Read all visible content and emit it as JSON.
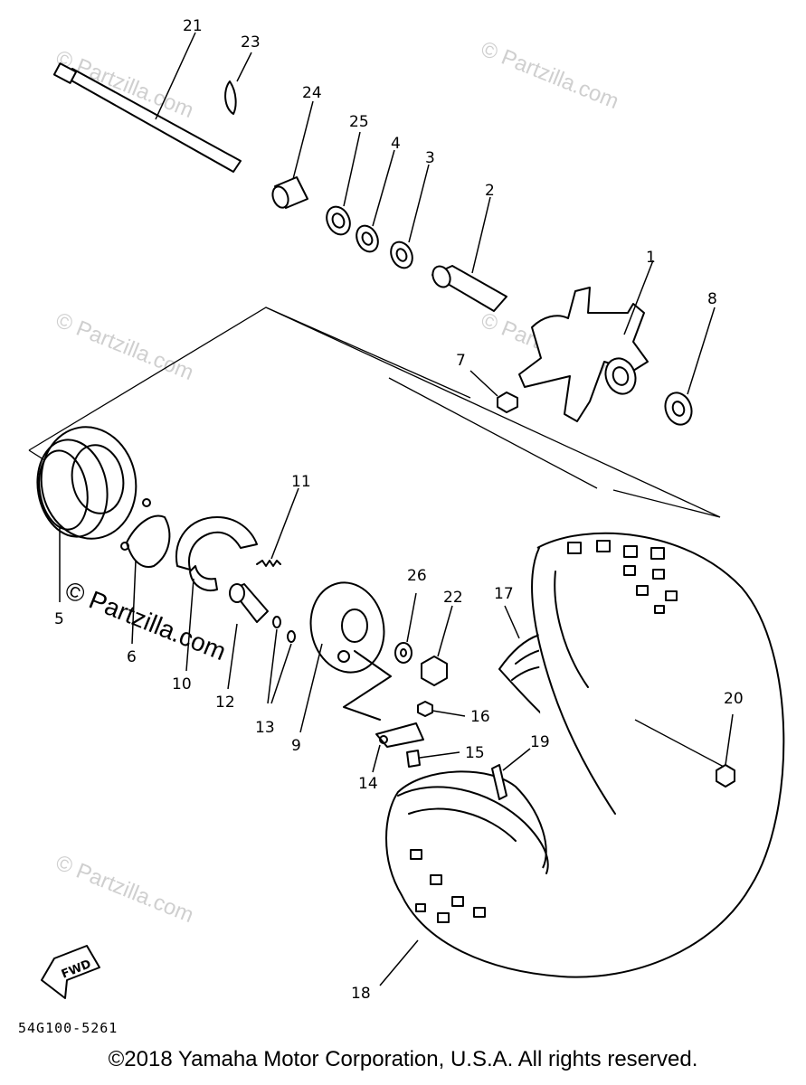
{
  "diagram": {
    "callouts": [
      "1",
      "2",
      "3",
      "4",
      "5",
      "6",
      "7",
      "8",
      "9",
      "10",
      "11",
      "12",
      "13",
      "14",
      "15",
      "16",
      "17",
      "18",
      "19",
      "20",
      "21",
      "22",
      "23",
      "24",
      "25",
      "26"
    ],
    "watermark": "© Partzilla.com",
    "watermark_large": "© Partzilla.com",
    "fwd_label": "FWD",
    "part_code": "54G100-5261"
  },
  "footer": {
    "copyright": "©2018  Yamaha Motor Corporation, U.S.A. All rights reserved."
  }
}
